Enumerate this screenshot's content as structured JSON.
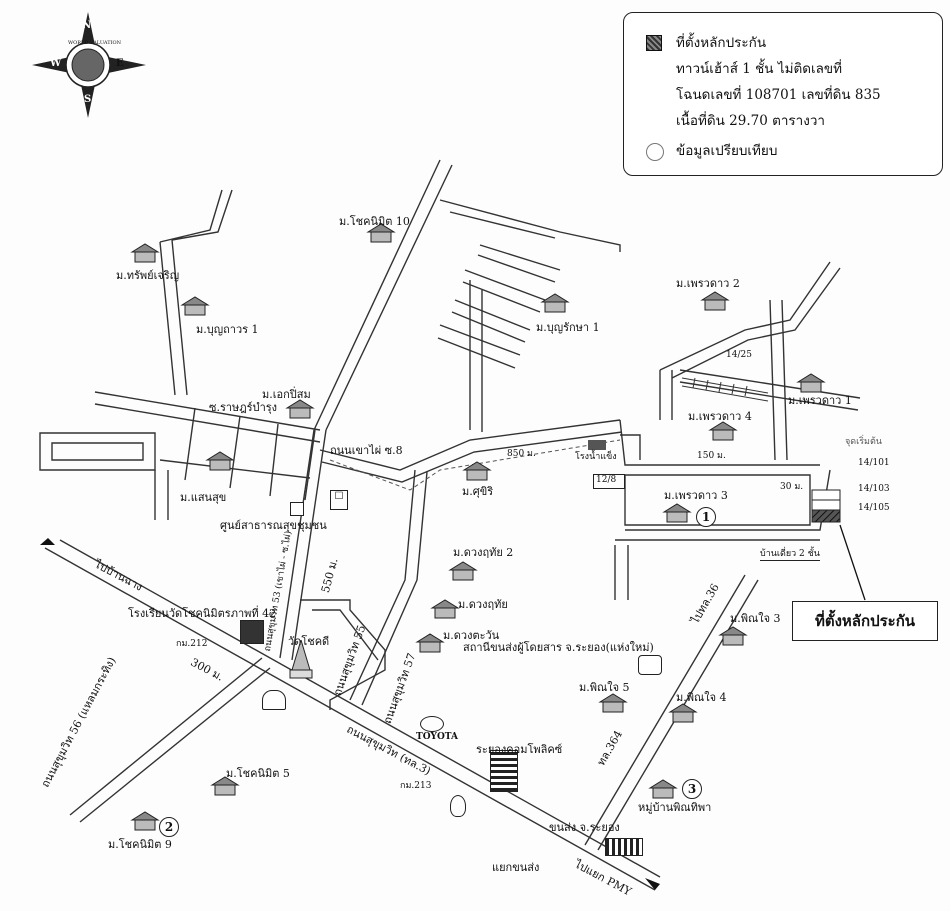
{
  "legend": {
    "subject_label": "ที่ตั้งหลักประกัน",
    "subject_desc1": "ทาวน์เฮ้าส์ 1 ชั้น ไม่ติดเลขที่",
    "subject_desc2": "โฉนดเลขที่ 108701  เลขที่ดิน 835",
    "subject_desc3": "เนื้อที่ดิน 29.70 ตารางวา",
    "comparison_label": "ข้อมูลเปรียบเทียบ"
  },
  "compass": {
    "n": "N",
    "s": "S",
    "e": "E",
    "w": "W",
    "ring": "WORLD VALUATION"
  },
  "callout": "ที่ตั้งหลักประกัน",
  "labels": {
    "m_chotnimit10": "ม.โชคนิมิต 10",
    "m_sapcharoen": "ม.ทรัพย์เจริญ",
    "m_bunthawon1": "ม.บุญถาวร 1",
    "m_bunraksa1": "ม.บุญรักษา 1",
    "m_ekpisan": "ม.เอกปิ่สม",
    "soi_ratburana": "ซ.ราษฎร์บำรุง",
    "soi_khaopai8": "ถนนเขาไผ่ ซ.8",
    "m_saensuk": "ม.แสนสุข",
    "health_center": "ศูนย์สาธารณสุขชุมชน",
    "m_sirisiri": "ม.ศุขิริ",
    "m_duangchai2": "ม.ดวงฤทัย 2",
    "m_duangchai": "ม.ดวงฤทัย",
    "m_duangtawan": "ม.ดวงตะวัน",
    "bus_station": "สถานีขนส่งผู้โดยสาร จ.ระยอง(แห่งใหม่)",
    "m_pinjai5": "ม.พิณใจ 5",
    "m_pinjai3": "ม.พิณใจ 3",
    "m_pinjai4": "ม.พิณใจ 4",
    "village_pinthip": "หมู่บ้านพิณทิพา",
    "transport_office": "ขนส่ง จ.ระยอง",
    "rayong_complex": "ระยองคอมโพลิคซ์",
    "toyota": "TOYOTA",
    "m_chotnimit5": "ม.โชคนิมิต 5",
    "m_chotnimit9": "ม.โชคนิมิต 9",
    "to_ban_chang": "ไปบ้านฉาง",
    "school": "โรงเรียนวัดโชคนิมิตรภาพที่ 42",
    "km212": "กม.212",
    "m300": "300 ม.",
    "wat": "วัดโชคดี",
    "soi55": "ถนนสุขุมวิท 55",
    "m550": "550 ม.",
    "soi57": "ถนนสุขุมวิท 57",
    "soi53": "ถนนสุขุมวิท 53 (เขาไผ่ - ซ.ไผ่)",
    "soi56": "ถนนสุขุมวิท 56 (แหลมกระทิง)",
    "sukhumvit": "ถนนสุขุมวิท (ทล.3)",
    "km213": "กม.213",
    "to_pmy": "ไปแยก PMY",
    "yaek_khonsong": "แยกขนส่ง",
    "tl364": "ทล.364",
    "to_tl36": "ไปทล.36",
    "m850": "850 ม.",
    "factory": "โรงน้ำแข็ง",
    "no12_8": "12/8",
    "m_ekphruksa2": "ม.เพรวดาว 2",
    "m_ekphruksa1": "ม.เพรวดาว 1",
    "m_ekphruksa4": "ม.เพรวดาว 4",
    "m_ekphruksa3": "ม.เพรวดาว 3",
    "m150": "150 ม.",
    "m30": "30 ม.",
    "house_14_25": "14/25",
    "house_14_101": "14/101",
    "house_14_103": "14/103",
    "house_14_105": "14/105",
    "start_point": "จุดเริ่มต้น",
    "single_house": "บ้านเดี่ยว 2 ชั้น",
    "num1": "1",
    "num2": "2",
    "num3": "3"
  }
}
